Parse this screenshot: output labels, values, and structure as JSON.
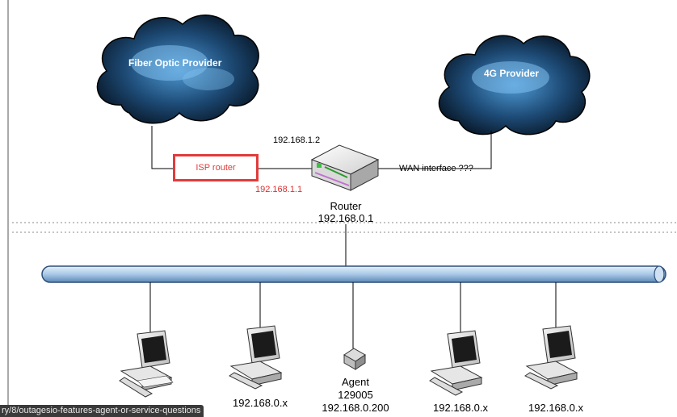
{
  "clouds": {
    "fiber": {
      "label": "Fiber Optic Provider"
    },
    "mobile": {
      "label": "4G Provider"
    }
  },
  "isp_router": {
    "label": "ISP router",
    "ip": "192.168.1.1"
  },
  "router": {
    "wan_ip": "192.168.1.2",
    "name": "Router",
    "lan_ip": "192.168.0.1",
    "wan_interface_label": "WAN interface ???"
  },
  "agent": {
    "name": "Agent",
    "id": "129005",
    "ip": "192.168.0.200"
  },
  "computers": [
    {
      "ip": ""
    },
    {
      "ip": "192.168.0.x"
    },
    {
      "ip": "192.168.0.x"
    },
    {
      "ip": "192.168.0.x"
    }
  ],
  "status_bar": {
    "url": "ry/8/outagesio-features-agent-or-service-questions"
  },
  "colors": {
    "cloud_dark": "#0a1e35",
    "cloud_light": "#6fb6e8",
    "bus_fill": "#b9d3ee",
    "bus_stroke": "#2d4f7a",
    "isp_border": "#e23b3b"
  }
}
